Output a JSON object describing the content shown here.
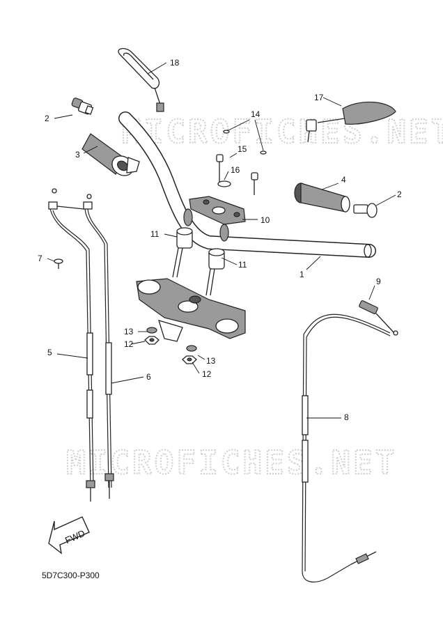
{
  "watermark": {
    "top": "MICROFICHES.NET",
    "bottom": "MICROFICHES.NET"
  },
  "diagram_code": "5D7C300-P300",
  "direction_arrow": "FWD",
  "callouts": {
    "c1": "1",
    "c2_left": "2",
    "c2_right": "2",
    "c3": "3",
    "c4": "4",
    "c5": "5",
    "c6": "6",
    "c7": "7",
    "c8": "8",
    "c9": "9",
    "c10": "10",
    "c11_left": "11",
    "c11_right": "11",
    "c12_left": "12",
    "c12_right": "12",
    "c13_left": "13",
    "c13_right": "13",
    "c14": "14",
    "c15": "15",
    "c16": "16",
    "c17": "17",
    "c18": "18"
  }
}
